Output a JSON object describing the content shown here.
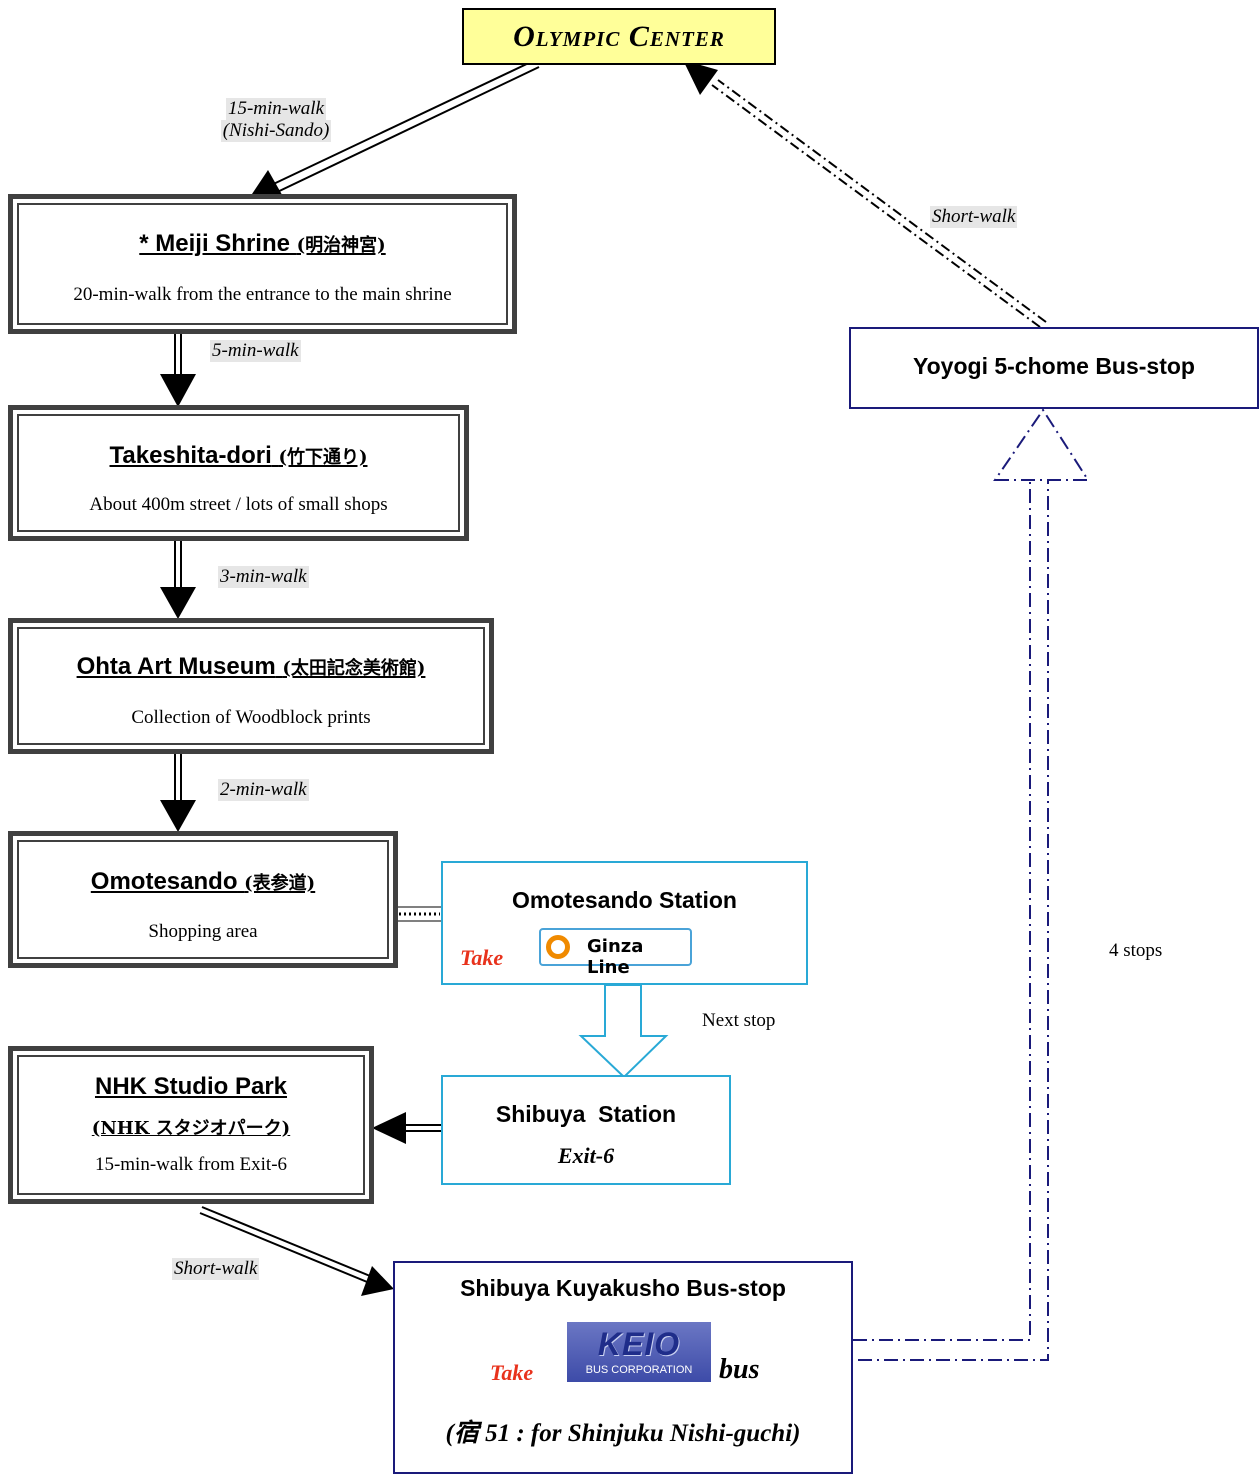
{
  "olympic_center": "Olympic Center",
  "spots": {
    "meiji": {
      "title": "* Meiji Shrine",
      "jp": "(明治神宮)",
      "desc": "20-min-walk from the entrance to the main shrine"
    },
    "takeshita": {
      "title": "Takeshita-dori",
      "jp": "(竹下通り)",
      "desc": "About 400m street / lots of small shops"
    },
    "ohta": {
      "title": "Ohta Art Museum",
      "jp": "(太田記念美術館)",
      "desc": "Collection of Woodblock prints"
    },
    "omotesando": {
      "title": "Omotesando",
      "jp": "(表参道)",
      "desc": "Shopping area"
    },
    "nhk": {
      "title": "NHK Studio Park",
      "jp_line": "(NHK スタジオパーク)",
      "desc": "15-min-walk from Exit-6"
    }
  },
  "walks": {
    "to_meiji_line1": "15-min-walk",
    "to_meiji_line2": "(Nishi-Sando)",
    "meiji_to_takeshita": "5-min-walk",
    "takeshita_to_ohta": "3-min-walk",
    "ohta_to_omotesando": "2-min-walk",
    "nhk_to_busstop": "Short-walk",
    "busstop_to_olympic": "Short-walk"
  },
  "omotesando_station": {
    "title": "Omotesando Station",
    "take": "Take",
    "line": "Ginza Line"
  },
  "next_stop": "Next stop",
  "shibuya_station": {
    "title": "Shibuya  Station",
    "exit": "Exit-6"
  },
  "kuyakusho": {
    "title": "Shibuya Kuyakusho Bus-stop",
    "take": "Take",
    "logo_text": "KEIO",
    "logo_sub": "BUS CORPORATION",
    "bus": "bus",
    "route": "(宿 51 : for Shinjuku Nishi-guchi)"
  },
  "yoyogi": {
    "title": "Yoyogi 5-chome Bus-stop"
  },
  "stops": "4 stops",
  "colors": {
    "olympic_fill": "#ffff99",
    "take_red": "#e8321c",
    "cyan_border": "#29a9d6",
    "navy_border": "#1a1a7a",
    "ginza_orange": "#f08a00"
  }
}
